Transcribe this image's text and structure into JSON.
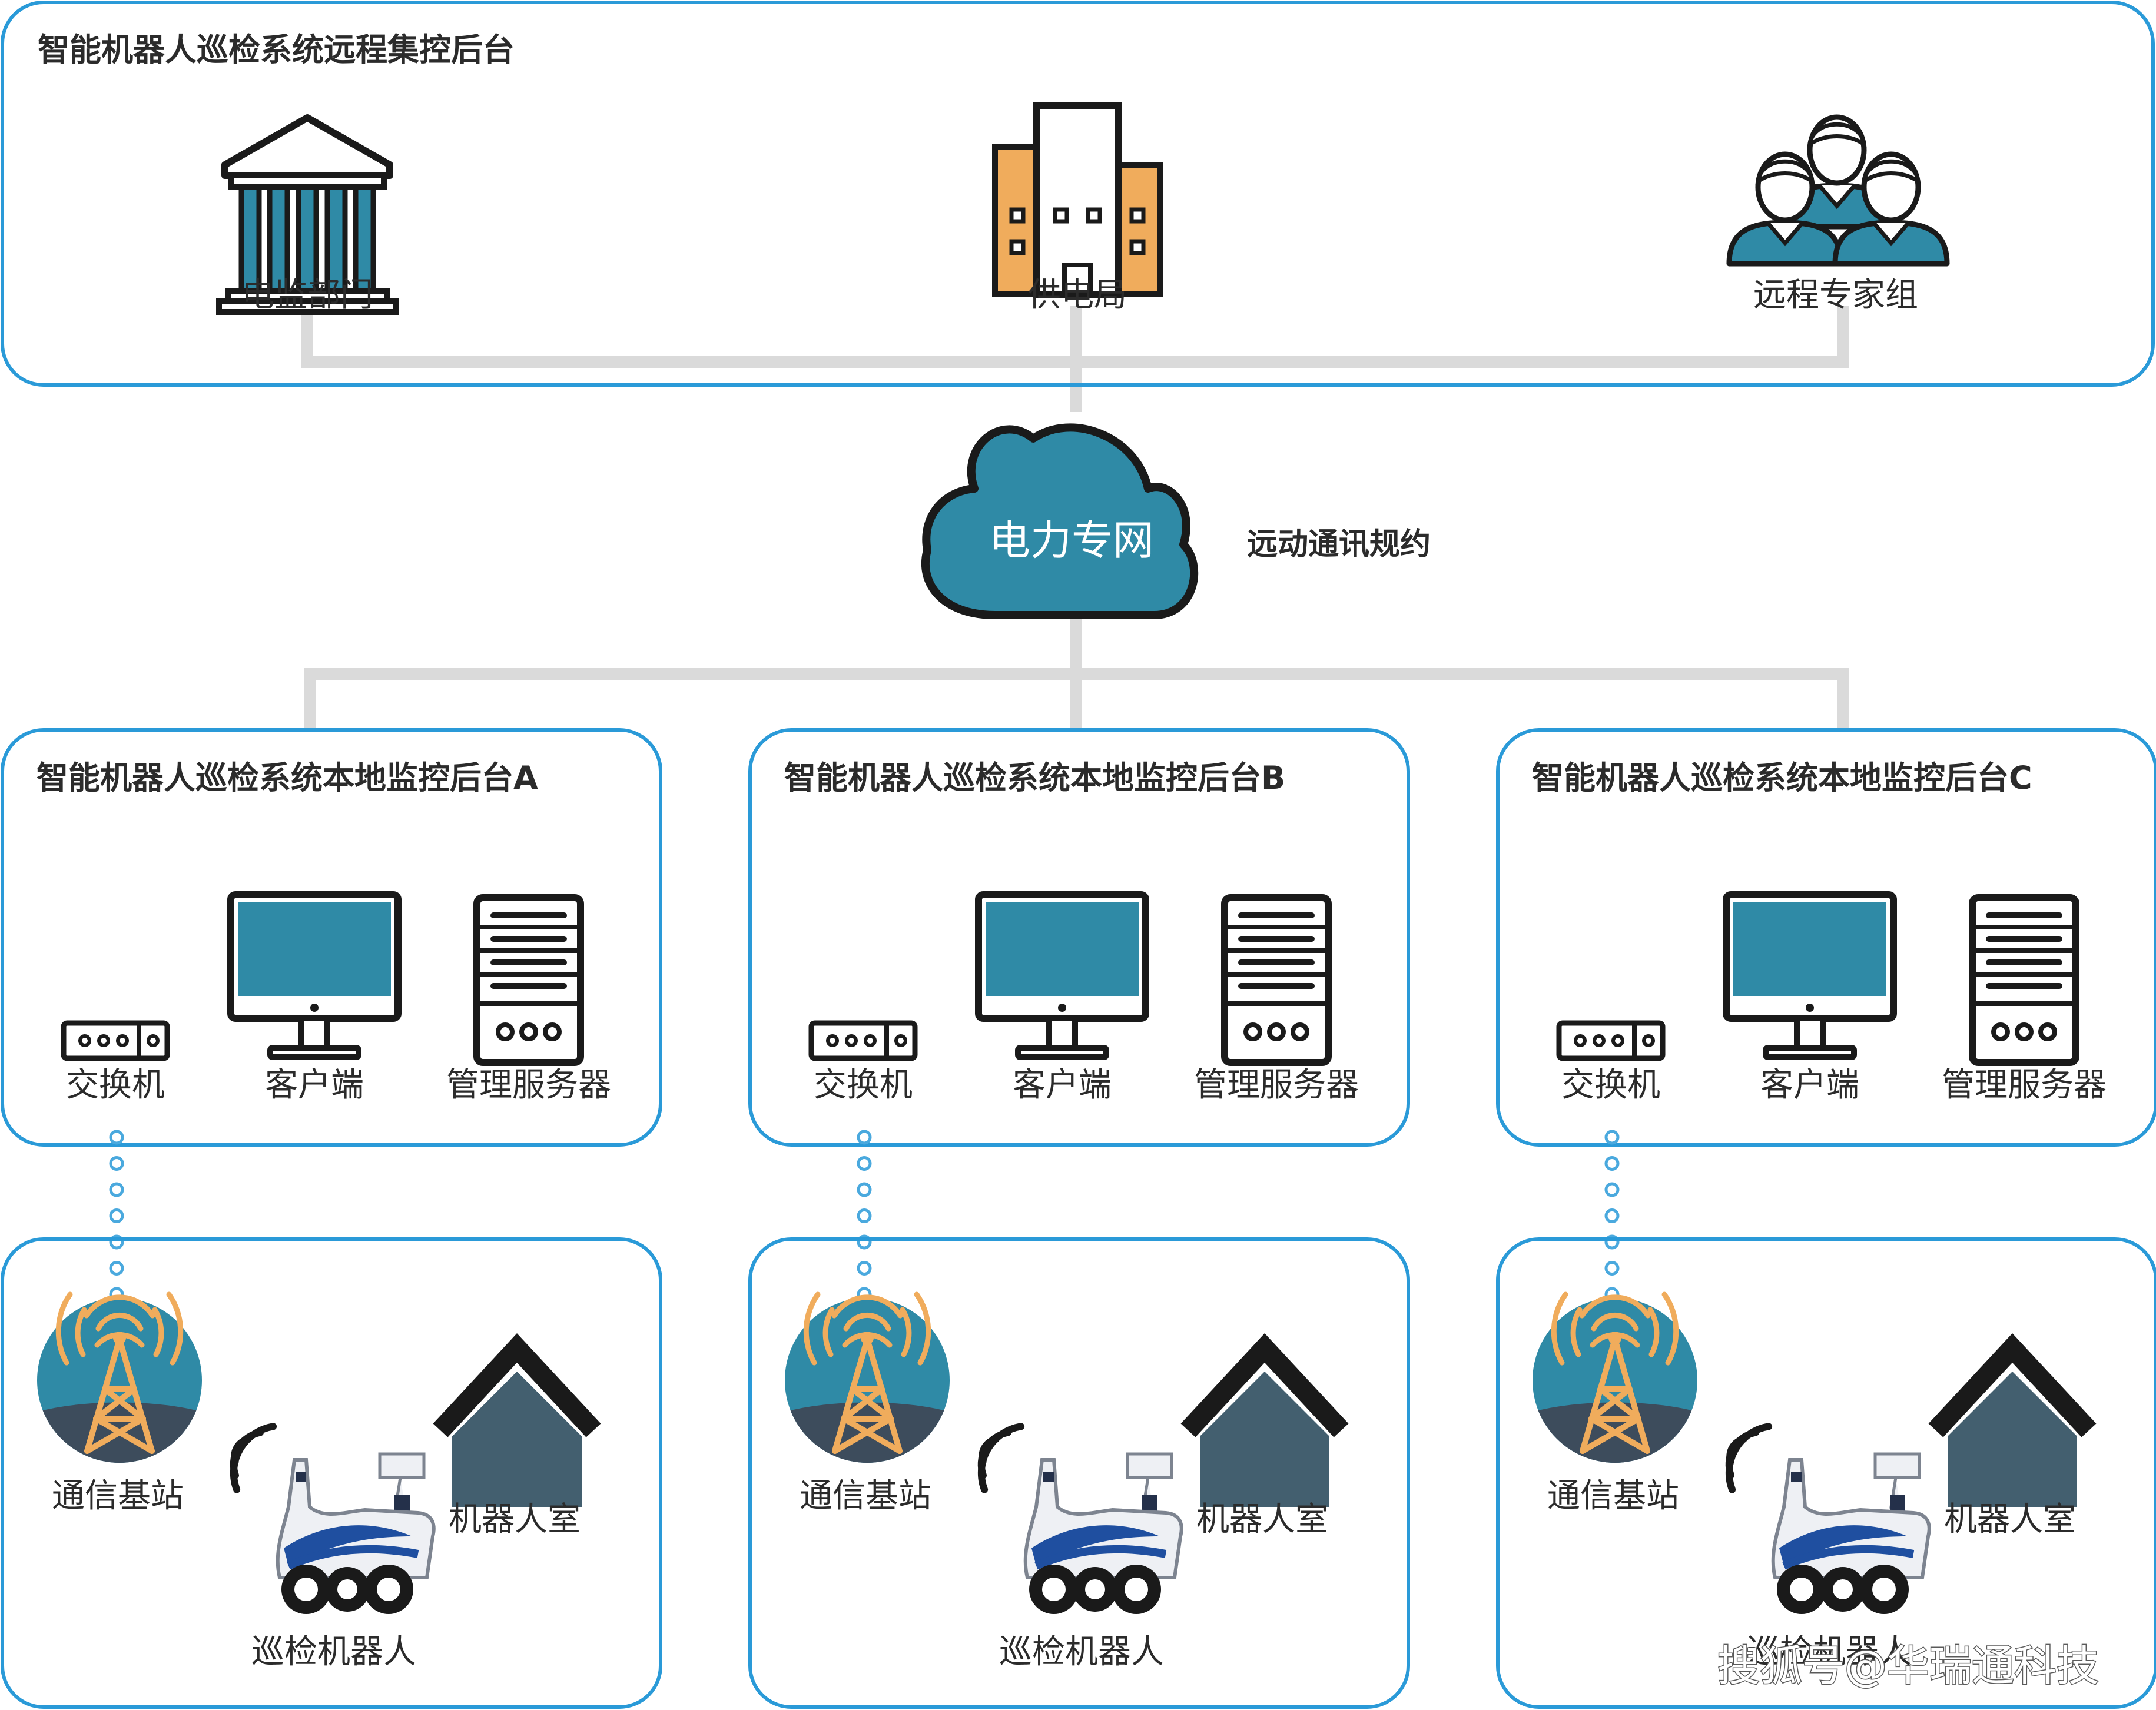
{
  "colors": {
    "panel_border": "#2a9ad8",
    "connector": "#dadada",
    "teal": "#2f8aa6",
    "outline": "#1a1a1a",
    "orange": "#f0ac5c",
    "house": "#435f6f",
    "dark_blue": "#24304a",
    "dot_line": "#4aa9de"
  },
  "top_panel": {
    "title": "智能机器人巡检系统远程集控后台",
    "items": [
      {
        "label": "电监部门",
        "icon": "government-building-icon"
      },
      {
        "label": "供电局",
        "icon": "office-building-icon"
      },
      {
        "label": "远程专家组",
        "icon": "expert-group-icon"
      }
    ]
  },
  "network": {
    "cloud_label": "电力专网",
    "protocol_label": "远动通讯规约"
  },
  "local_panels": [
    {
      "title": "智能机器人巡检系统本地监控后台A",
      "switch_label": "交换机",
      "client_label": "客户端",
      "server_label": "管理服务器",
      "station_label": "通信基站",
      "robot_label": "巡检机器人",
      "room_label": "机器人室"
    },
    {
      "title": "智能机器人巡检系统本地监控后台B",
      "switch_label": "交换机",
      "client_label": "客户端",
      "server_label": "管理服务器",
      "station_label": "通信基站",
      "robot_label": "巡检机器人",
      "room_label": "机器人室"
    },
    {
      "title": "智能机器人巡检系统本地监控后台C",
      "switch_label": "交换机",
      "client_label": "客户端",
      "server_label": "管理服务器",
      "station_label": "通信基站",
      "robot_label": "巡检机器人",
      "room_label": "机器人室"
    }
  ],
  "watermark": "搜狐号@华瑞通科技"
}
